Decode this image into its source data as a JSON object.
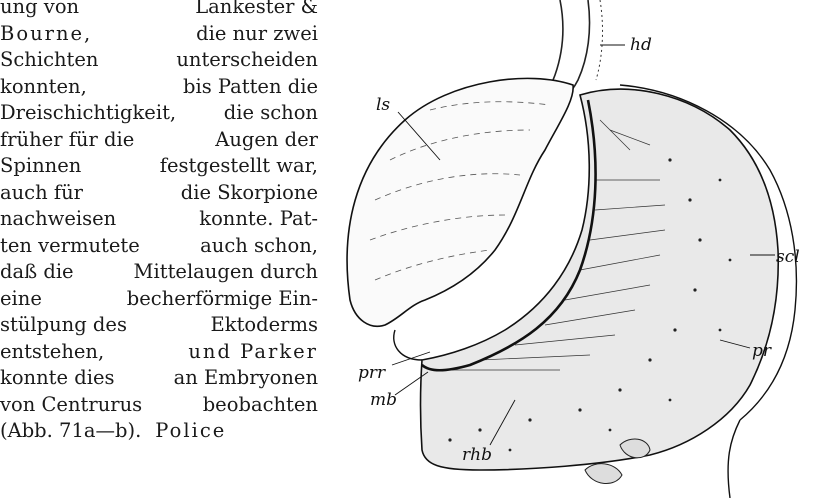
{
  "text_lines": [
    [
      "ung von",
      "Lankester &"
    ],
    [
      "Bourne,",
      "die nur zwei"
    ],
    [
      "Schichten",
      "unterscheiden"
    ],
    [
      "konnten,",
      "bis Patten die"
    ],
    [
      "Dreischichtigkeit,",
      "die schon"
    ],
    [
      "früher für die",
      "Augen der"
    ],
    [
      "Spinnen",
      "festgestellt war,"
    ],
    [
      "auch für",
      "die Skorpione"
    ],
    [
      "nachweisen",
      "konnte. Pat-"
    ],
    [
      "ten vermutete",
      "auch schon,"
    ],
    [
      "daß die",
      "Mittelaugen durch"
    ],
    [
      "eine",
      "becherförmige Ein-"
    ],
    [
      "stülpung des",
      "Ektoderms"
    ],
    [
      "entstehen,",
      "und Parker"
    ],
    [
      "konnte dies",
      "an Embryonen"
    ],
    [
      "von Centrurus",
      "beobachten"
    ],
    [
      "(Abb. 71a—b).",
      "Police"
    ]
  ],
  "figure_labels": {
    "hd": "hd",
    "ls": "ls",
    "scl": "scl",
    "pr": "pr",
    "prr": "prr",
    "mb": "mb",
    "rhb": "rhb"
  }
}
